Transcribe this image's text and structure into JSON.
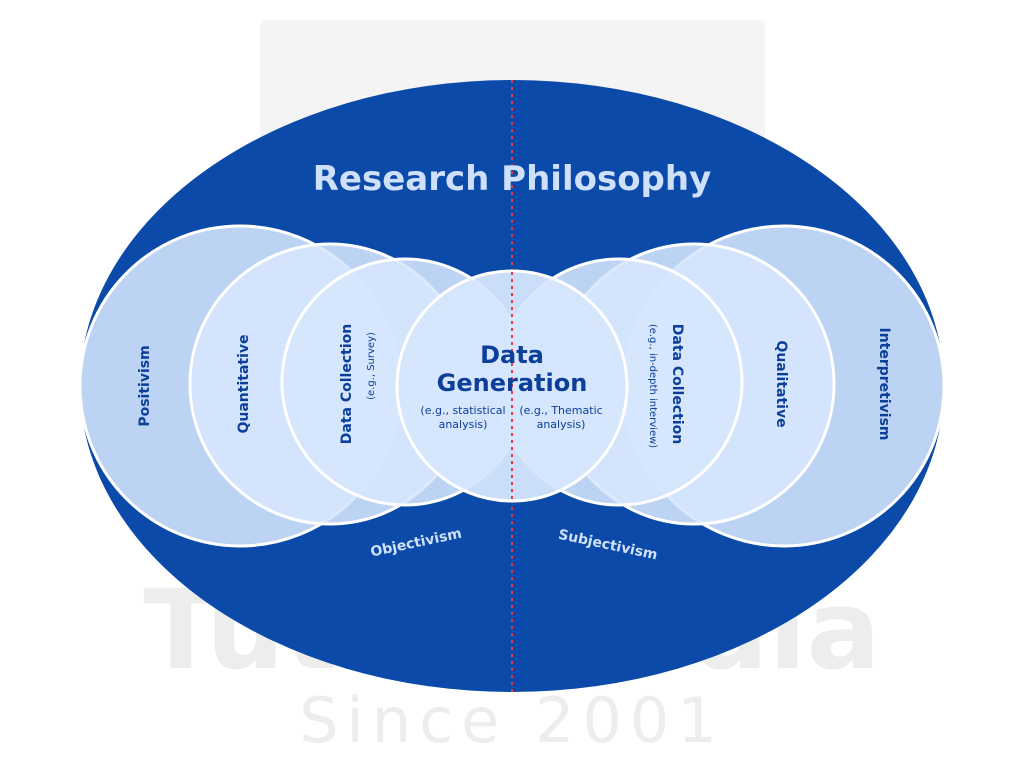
{
  "title": "Research Philosophy",
  "watermark": {
    "brand": "Tutors India",
    "since": "Since 2001"
  },
  "center": {
    "title_line1": "Data",
    "title_line2": "Generation",
    "left_line1": "(e.g., statistical",
    "left_line2": "analysis)",
    "right_line1": "(e.g., Thematic",
    "right_line2": "analysis)"
  },
  "left_side": {
    "outer": "Positivism",
    "middle": "Quantitative",
    "inner": "Data Collection",
    "inner_example": "(e.g., Survey)",
    "arc_label": "Objectivism"
  },
  "right_side": {
    "outer": "Interpretivism",
    "middle": "Qualitative",
    "inner": "Data Collection",
    "inner_example": "(e.g., in-depth interview)",
    "arc_label": "Subjectivism"
  },
  "colors": {
    "ellipse": "#0b4aa8",
    "circle_fill": "#d6e6fd",
    "circle_stroke": "#ffffff",
    "text_dark": "#0b3f9a",
    "title_text": "#d9e7fd",
    "divider": "#e23b4b"
  }
}
